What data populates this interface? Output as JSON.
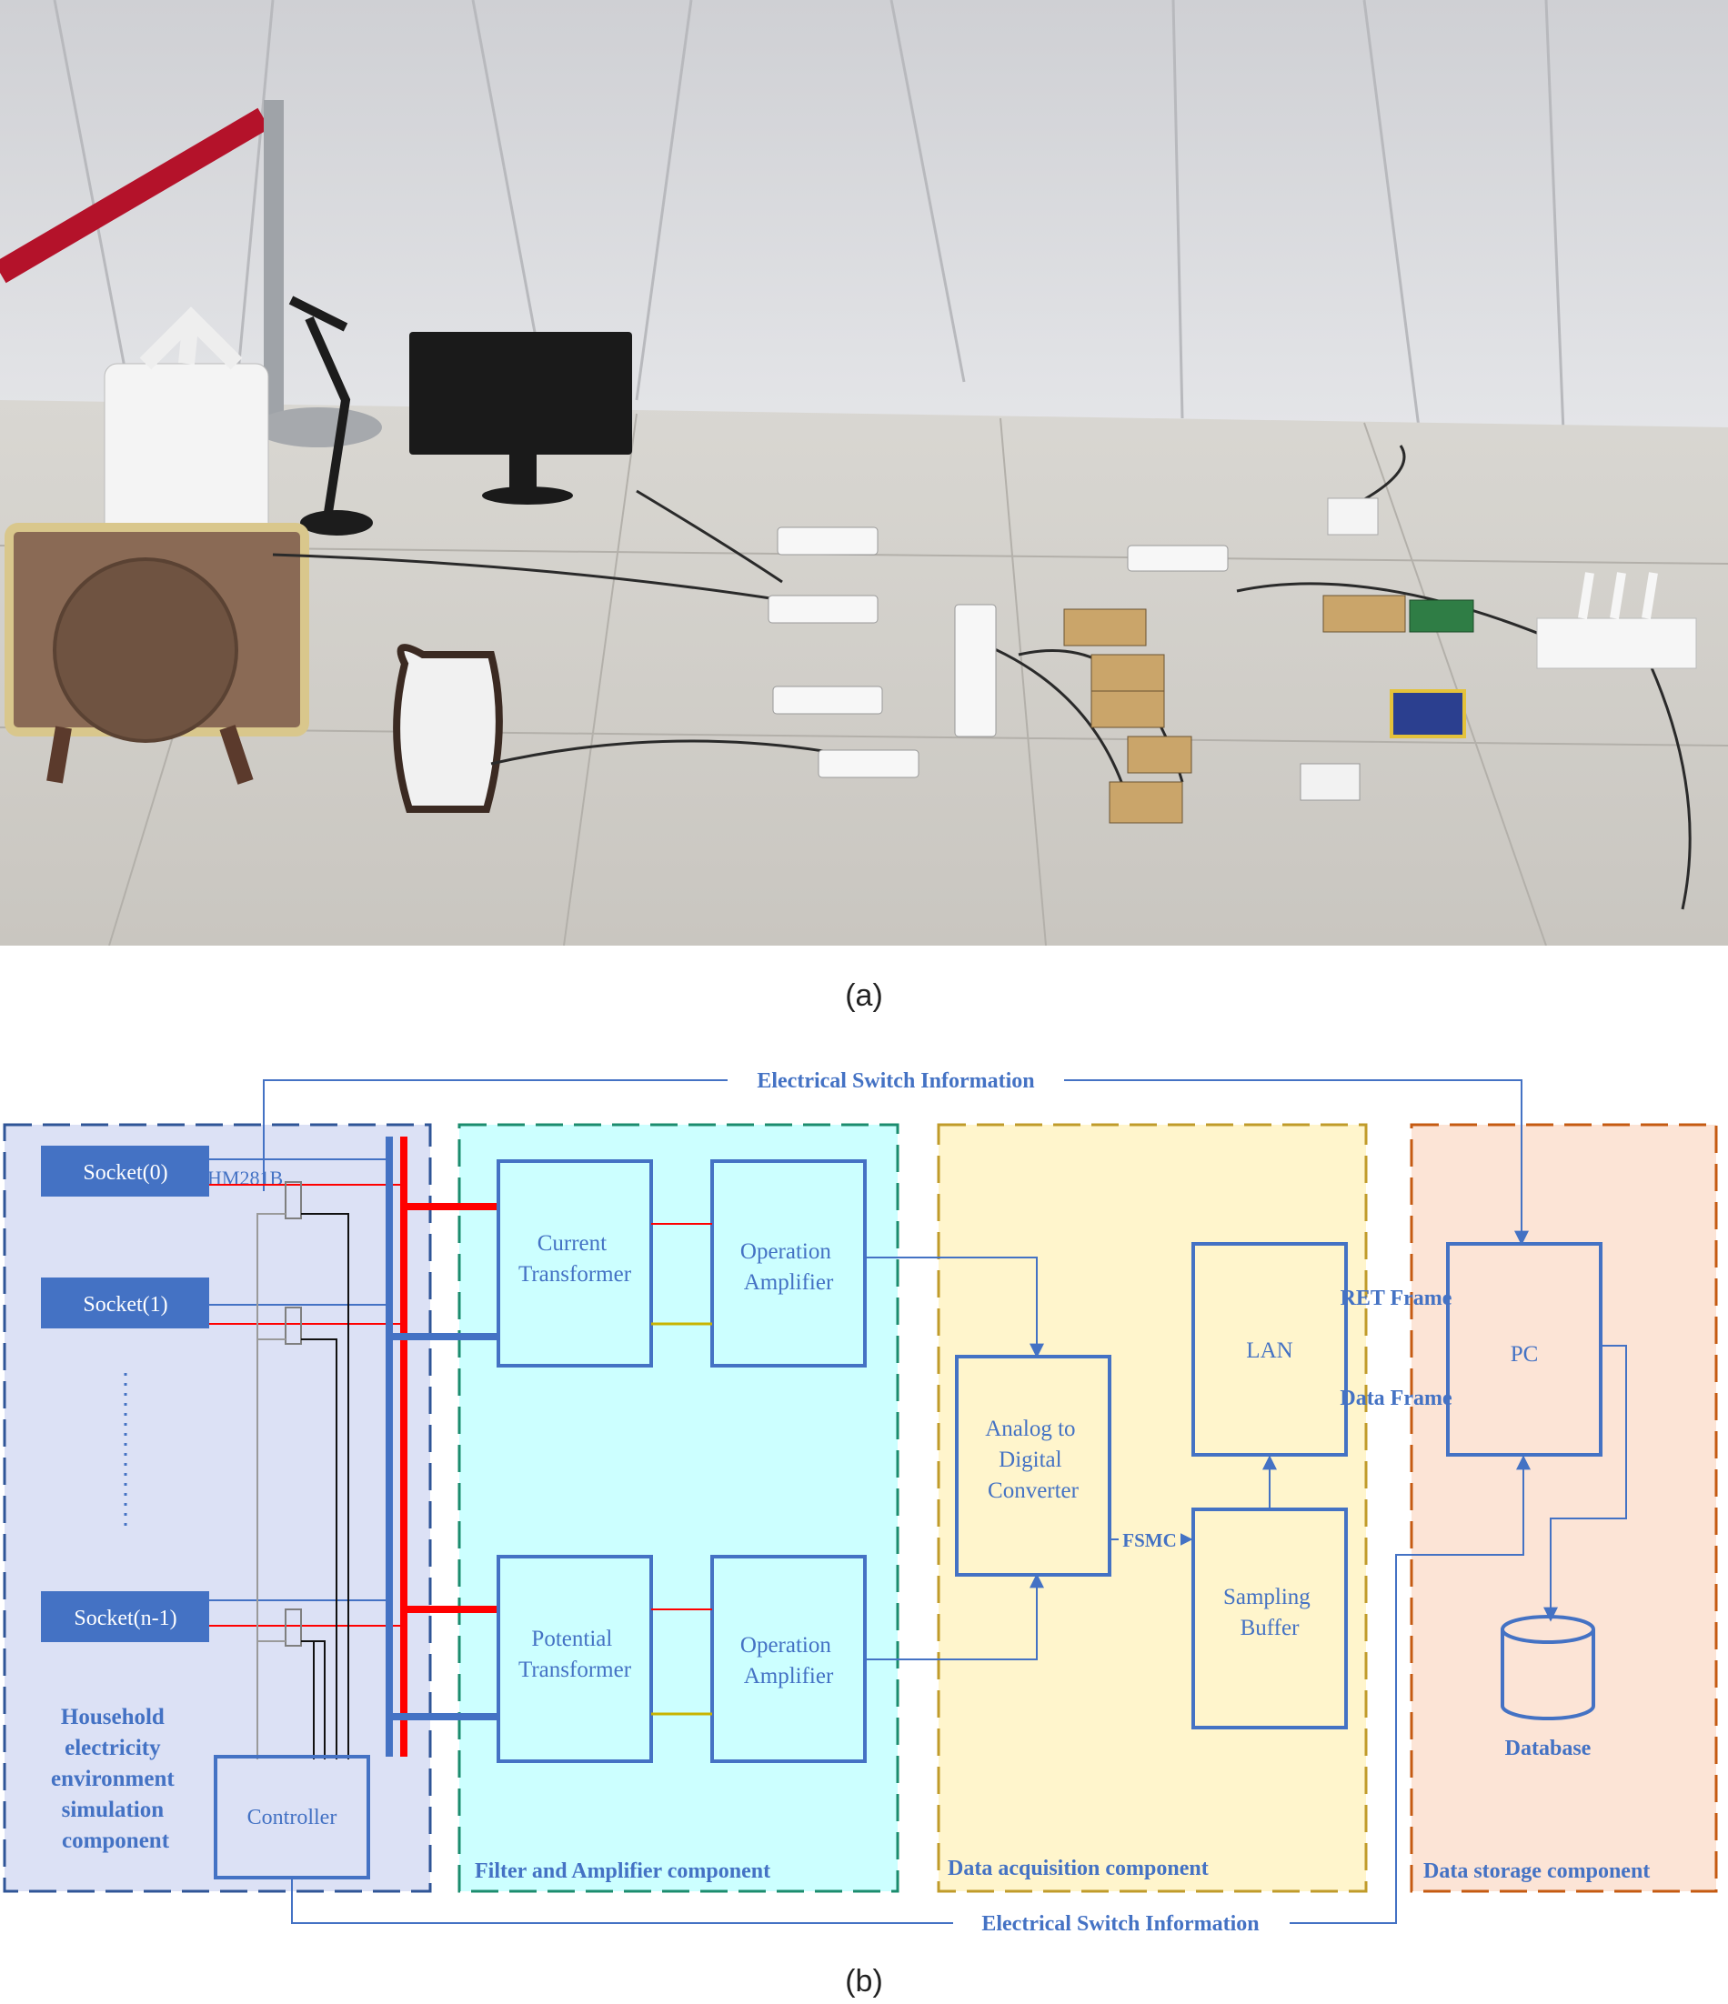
{
  "captions": {
    "a": "(a)",
    "b": "(b)"
  },
  "panels": {
    "household": "Household electricity environment simulation component",
    "filter": "Filter and Amplifier component",
    "acquisition": "Data acquisition component",
    "storage": "Data storage component"
  },
  "household_lines": [
    "Household",
    "electricity",
    "environment",
    "simulation",
    "component"
  ],
  "sockets": [
    "Socket(0)",
    "Socket(1)",
    "Socket(n-1)"
  ],
  "relay_label": "HM281B",
  "controller": "Controller",
  "ct": [
    "Current",
    "Transformer"
  ],
  "pt": [
    "Potential",
    "Transformer"
  ],
  "opamp": [
    "Operation",
    "Amplifier"
  ],
  "adc": [
    "Analog to",
    "Digital",
    "Converter"
  ],
  "fsmc": "FSMC",
  "buffer": [
    "Sampling",
    "Buffer"
  ],
  "lan": "LAN",
  "pc": "PC",
  "database": "Database",
  "ret_frame": "RET Frame",
  "data_frame": "Data Frame",
  "switch_info_top": "Electrical Switch Information",
  "switch_info_bottom": "Electrical Switch Information",
  "colors": {
    "blue": "#4472C4",
    "red": "#FF0000",
    "household_bg": "#DCE1F5",
    "filter_bg": "#CCFFFF",
    "acq_bg": "#FFF5CC",
    "storage_bg": "#FCE4D6"
  }
}
